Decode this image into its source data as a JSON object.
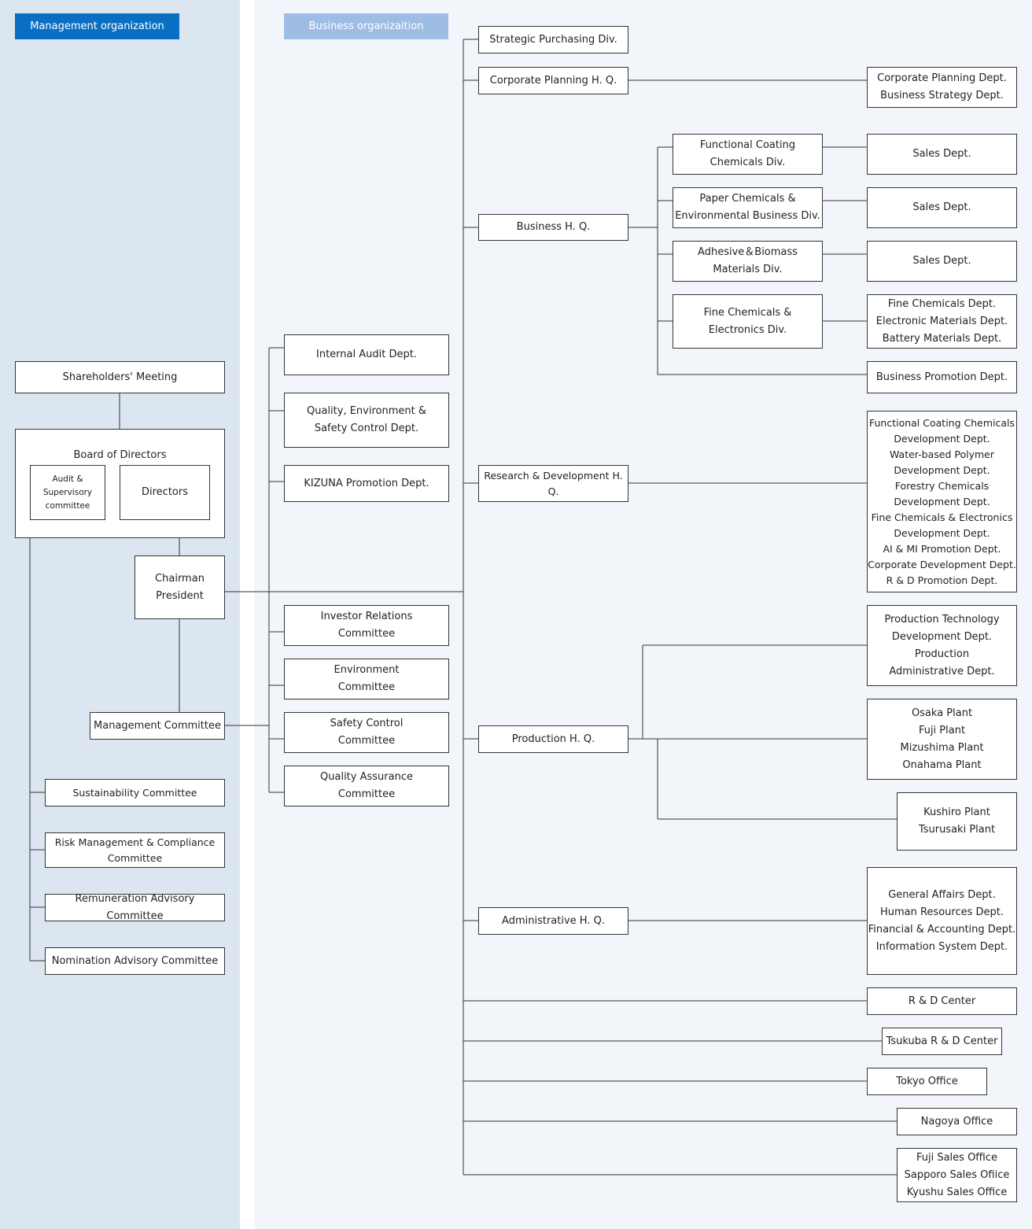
{
  "headers": {
    "management": "Management organization",
    "business": "Business organizaition"
  },
  "management": {
    "shareholders": "Shareholders' Meeting",
    "board": "Board of Directors",
    "audit": "Audit &\nSupervisory\ncommittee",
    "directors": "Directors",
    "chairman": "Chairman\nPresident",
    "management_committee": "Management Committee",
    "committees": [
      "Sustainability Committee",
      "Risk Management & Compliance\nCommittee",
      "Remuneration Advisory Committee",
      "Nomination Advisory Committee"
    ]
  },
  "staff": [
    "Internal Audit Dept.",
    "Quality, Environment &\nSafety Control Dept.",
    "KIZUNA Promotion Dept."
  ],
  "mc_committees": [
    "Investor Relations\nCommittee",
    "Environment\nCommittee",
    "Safety Control\nCommittee",
    "Quality Assurance\nCommittee"
  ],
  "hq": {
    "strategic_purchasing": "Strategic Purchasing Div.",
    "corporate_planning": "Corporate Planning H. Q.",
    "business": "Business H. Q.",
    "rd": "Research & Development H. Q.",
    "production": "Production H. Q.",
    "administrative": "Administrative H. Q."
  },
  "divisions": [
    "Functional Coating\nChemicals Div.",
    "Paper Chemicals &\nEnvironmental Business Div.",
    "Adhesive＆Biomass\nMaterials  Div.",
    "Fine Chemicals &\nElectronics Div."
  ],
  "depts": {
    "corporate_planning": "Corporate Planning Dept.\nBusiness Strategy Dept.",
    "sales1": "Sales Dept.",
    "sales2": "Sales Dept.",
    "sales3": "Sales Dept.",
    "fine_chem": "Fine Chemicals Dept.\nElectronic Materials Dept.\nBattery Materials Dept.",
    "business_promotion": "Business Promotion Dept.",
    "rd": "Functional Coating Chemicals\nDevelopment Dept.\nWater-based Polymer\nDevelopment Dept.\nForestry Chemicals\nDevelopment Dept.\nFine Chemicals & Electronics\nDevelopment Dept.\nAI & MI Promotion Dept.\nCorporate Development Dept.\nR & D Promotion Dept.",
    "production_tech": "Production Technology\nDevelopment Dept.\nProduction\nAdministrative Dept.",
    "plants": "Osaka Plant\nFuji Plant\nMizushima Plant\nOnahama Plant",
    "plants2": "Kushiro Plant\nTsurusaki Plant",
    "admin": "General Affairs Dept.\nHuman Resources Dept.\nFinancial & Accounting Dept.\nInformation System Dept."
  },
  "sites": [
    "R & D Center",
    "Tsukuba R & D Center",
    "Tokyo Office",
    "Nagoya Office",
    "Fuji Sales Office\nSapporo Sales Ofiice\nKyushu Sales Office"
  ]
}
